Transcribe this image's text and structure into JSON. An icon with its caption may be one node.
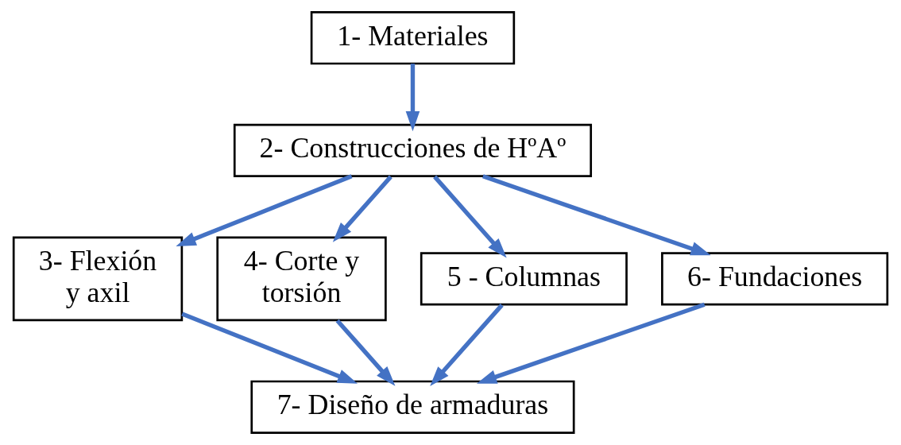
{
  "diagram": {
    "nodes": [
      {
        "text": [
          "1- Materiales"
        ]
      },
      {
        "text": [
          "2- Construcciones de HºAº"
        ]
      },
      {
        "text": [
          "3- Flexión y axil"
        ]
      },
      {
        "text": [
          "4- Corte y torsión"
        ]
      },
      {
        "text": [
          "5 - Columnas"
        ]
      },
      {
        "text": [
          "6- Fundaciones"
        ]
      },
      {
        "text": [
          "7- Diseño de armaduras"
        ]
      }
    ],
    "edges": [
      {
        "from": 0,
        "to": 1,
        "arrow": "to"
      },
      {
        "from": 1,
        "to": 2,
        "arrow": "to"
      },
      {
        "from": 1,
        "to": 3,
        "arrow": "to"
      },
      {
        "from": 1,
        "to": 4,
        "arrow": "to"
      },
      {
        "from": 1,
        "to": 5,
        "arrow": "to"
      },
      {
        "from": 2,
        "to": 6,
        "arrow": "to"
      },
      {
        "from": 3,
        "to": 6,
        "arrow": "to"
      },
      {
        "from": 4,
        "to": 6,
        "arrow": "to"
      },
      {
        "from": 5,
        "to": 6,
        "arrow": "to"
      }
    ]
  }
}
